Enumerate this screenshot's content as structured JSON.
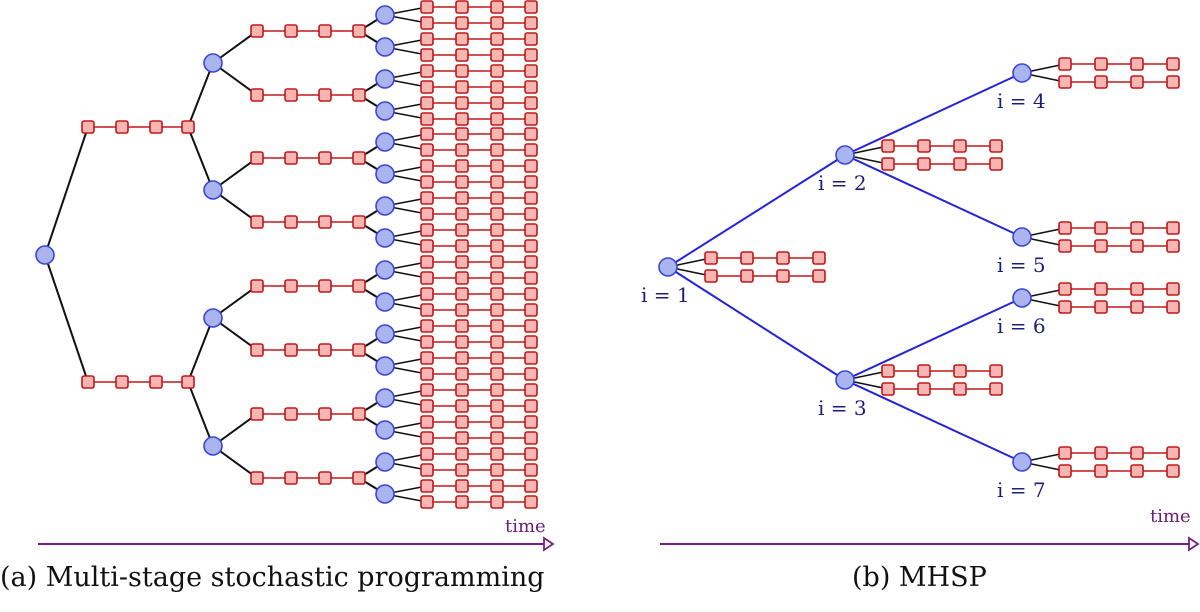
{
  "panel_a": {
    "caption": "(a) Multi-stage stochastic programming",
    "time_label": "time"
  },
  "panel_b": {
    "caption": "(b) MHSP",
    "time_label": "time",
    "nodes": [
      {
        "id": 1,
        "label": "i = 1"
      },
      {
        "id": 2,
        "label": "i = 2"
      },
      {
        "id": 3,
        "label": "i = 3"
      },
      {
        "id": 4,
        "label": "i = 4"
      },
      {
        "id": 5,
        "label": "i = 5"
      },
      {
        "id": 6,
        "label": "i = 6"
      },
      {
        "id": 7,
        "label": "i = 7"
      }
    ]
  },
  "colors": {
    "circle_fill": "#aab4ee",
    "circle_stroke": "#3a46d6",
    "square_fill": "#f7b5b3",
    "square_stroke": "#c01818",
    "tree_edge": "#111111",
    "mhsp_edge": "#2323d8",
    "time_arrow": "#7a1a86"
  }
}
